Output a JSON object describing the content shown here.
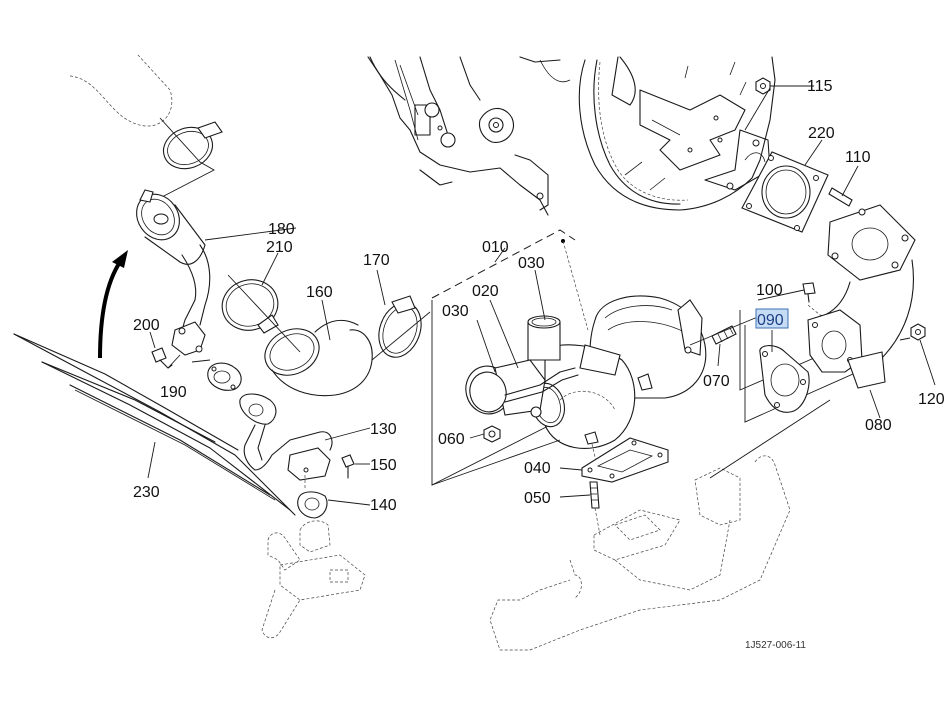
{
  "diagram": {
    "type": "exploded parts diagram",
    "drawing_id": "1J527-006-11",
    "highlight_color": "#c6dcf5",
    "selected_callout": "090",
    "callouts": [
      {
        "id": "c010",
        "label": "010"
      },
      {
        "id": "c020",
        "label": "020"
      },
      {
        "id": "c030a",
        "label": "030"
      },
      {
        "id": "c030b",
        "label": "030"
      },
      {
        "id": "c040",
        "label": "040"
      },
      {
        "id": "c050",
        "label": "050"
      },
      {
        "id": "c060",
        "label": "060"
      },
      {
        "id": "c070",
        "label": "070"
      },
      {
        "id": "c080",
        "label": "080"
      },
      {
        "id": "c090",
        "label": "090",
        "highlighted": true
      },
      {
        "id": "c100",
        "label": "100"
      },
      {
        "id": "c110",
        "label": "110"
      },
      {
        "id": "c115",
        "label": "115"
      },
      {
        "id": "c120",
        "label": "120"
      },
      {
        "id": "c130",
        "label": "130"
      },
      {
        "id": "c140",
        "label": "140"
      },
      {
        "id": "c150",
        "label": "150"
      },
      {
        "id": "c160",
        "label": "160"
      },
      {
        "id": "c170",
        "label": "170"
      },
      {
        "id": "c180",
        "label": "180"
      },
      {
        "id": "c190",
        "label": "190"
      },
      {
        "id": "c200",
        "label": "200"
      },
      {
        "id": "c210",
        "label": "210"
      },
      {
        "id": "c220",
        "label": "220"
      },
      {
        "id": "c230",
        "label": "230"
      }
    ]
  }
}
